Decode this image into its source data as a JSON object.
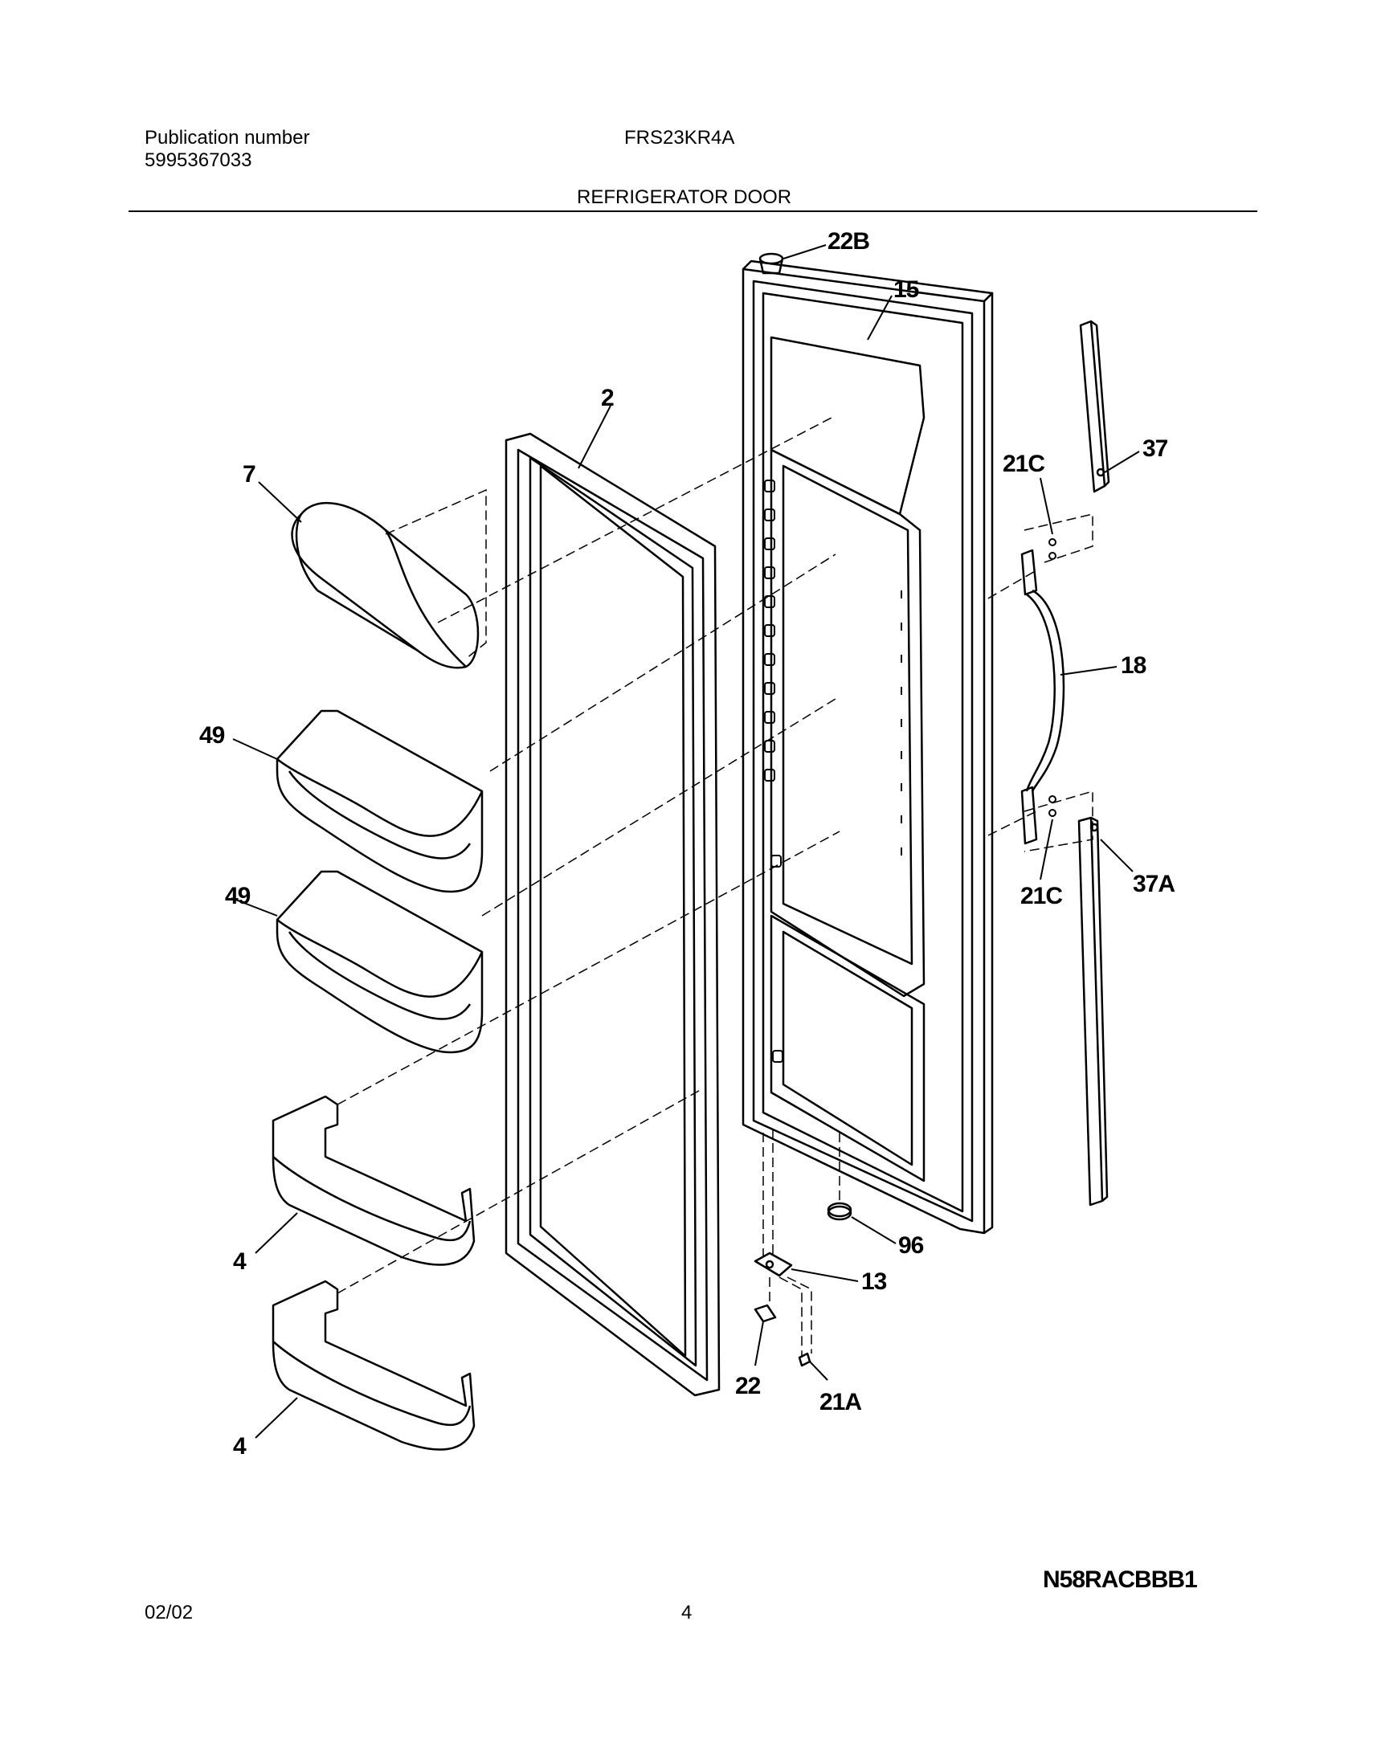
{
  "header": {
    "publication_label": "Publication number",
    "publication_number": "5995367033",
    "model": "FRS23KR4A",
    "section_title": "REFRIGERATOR DOOR"
  },
  "callouts": {
    "p22B": "22B",
    "p15": "15",
    "p2": "2",
    "p7": "7",
    "p37": "37",
    "p21C_top": "21C",
    "p18": "18",
    "p49_top": "49",
    "p49_bottom": "49",
    "p21C_bottom": "21C",
    "p37A": "37A",
    "p4_top": "4",
    "p96": "96",
    "p13": "13",
    "p22": "22",
    "p21A": "21A",
    "p4_bottom": "4"
  },
  "footer": {
    "diagram_code": "N58RACBBB1",
    "date": "02/02",
    "page": "4"
  }
}
